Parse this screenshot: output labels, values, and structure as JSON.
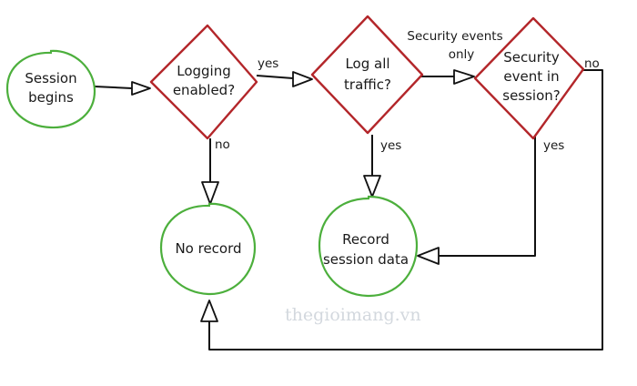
{
  "nodes": {
    "session_begins": {
      "line1": "Session",
      "line2": "begins"
    },
    "logging_enabled": {
      "line1": "Logging",
      "line2": "enabled?"
    },
    "log_all_traffic": {
      "line1": "Log all",
      "line2": "traffic?"
    },
    "security_event": {
      "line1": "Security",
      "line2": "event in",
      "line3": "session?"
    },
    "no_record": {
      "line1": "No record"
    },
    "record_session": {
      "line1": "Record",
      "line2": "session data"
    }
  },
  "edges": {
    "logging_yes": "yes",
    "logging_no": "no",
    "log_all_yes": "yes",
    "security_events_only_line1": "Security events",
    "security_events_only_line2": "only",
    "security_yes": "yes",
    "security_no": "no"
  },
  "watermark": "thegioimang.vn",
  "colors": {
    "terminal_stroke": "#4caf3c",
    "decision_stroke": "#b3262a",
    "connector": "#111111"
  }
}
